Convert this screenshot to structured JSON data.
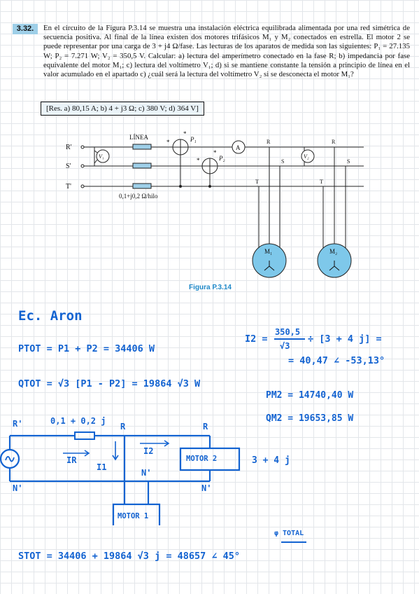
{
  "problem": {
    "number": "3.32.",
    "text": "En el circuito de la Figura P.3.14 se muestra una instalación eléctrica equilibrada alimentada por una red simétrica de secuencia positiva. Al final de la línea existen dos motores trifásicos M₁ y M₂ conectados en estrella. El motor 2 se puede representar por una carga de 3 + j4 Ω/fase. Las lecturas de los aparatos de medida son las siguientes: P₁ = 27.135 W; P₂ = 7.271 W; V₂ = 350,5 V. Calcular: a) lectura del amperímetro conectado en la fase R; b) impedancia por fase equivalente del motor M₁; c) lectura del voltímetro V₁; d) si se mantiene constante la tensión a principio de línea en el valor acumulado en el apartado c) ¿cuál será la lectura del voltímetro V₂ si se desconecta el motor M₁?",
    "answer": "[Res. a) 80,15 A; b) 4 + j3 Ω; c) 380 V; d) 364 V]"
  },
  "figure": {
    "caption": "Figura P.3.14",
    "linea_label": "LÍNEA",
    "impedance_label": "0,1+j0,2 Ω/hilo",
    "phase_R": "R'",
    "phase_S": "S'",
    "phase_T": "T'",
    "v1": "V₁",
    "v2": "V₂",
    "p1": "P₁",
    "p2": "P₂",
    "ammeter": "A",
    "r": "R",
    "s": "S",
    "t": "T",
    "m1": "M₁",
    "m2": "M₂",
    "star": "*"
  },
  "notes": {
    "heading": "Ec. Aron",
    "ptot": "PTOT = P1 + P2 = 34406 W",
    "qtot": "QTOT = √3 [P1 - P2] = 19864 √3 W",
    "i2_lhs": "I2 =",
    "i2_num": "350,5",
    "i2_den": "√3",
    "i2_rest": "÷ [3 + 4 j] =",
    "i2_result": "= 40,47 ∠ -53,13°",
    "pm2": "PM2 = 14740,40 W",
    "qm2": "QM2 = 19653,85 W",
    "stot": "STOT = 34406 + 19864 √3 j = 48657 ∠ 45°",
    "phi_total": "φ TOTAL"
  },
  "sketch": {
    "r_prime": "R'",
    "n_prime_left": "N'",
    "impedance": "0,1 + 0,2 j",
    "r1": "R",
    "r2": "R",
    "ir": "IR",
    "i1": "I1",
    "i2": "I2",
    "n_prime_mid": "N'",
    "n_prime_right": "N'",
    "motor2": "MOTOR 2",
    "motor1": "MOTOR 1",
    "load": "3 + 4 j"
  },
  "colors": {
    "ink": "#1363d1",
    "motor_fill": "#7ec8ea",
    "highlight": "#9ecfe8"
  }
}
